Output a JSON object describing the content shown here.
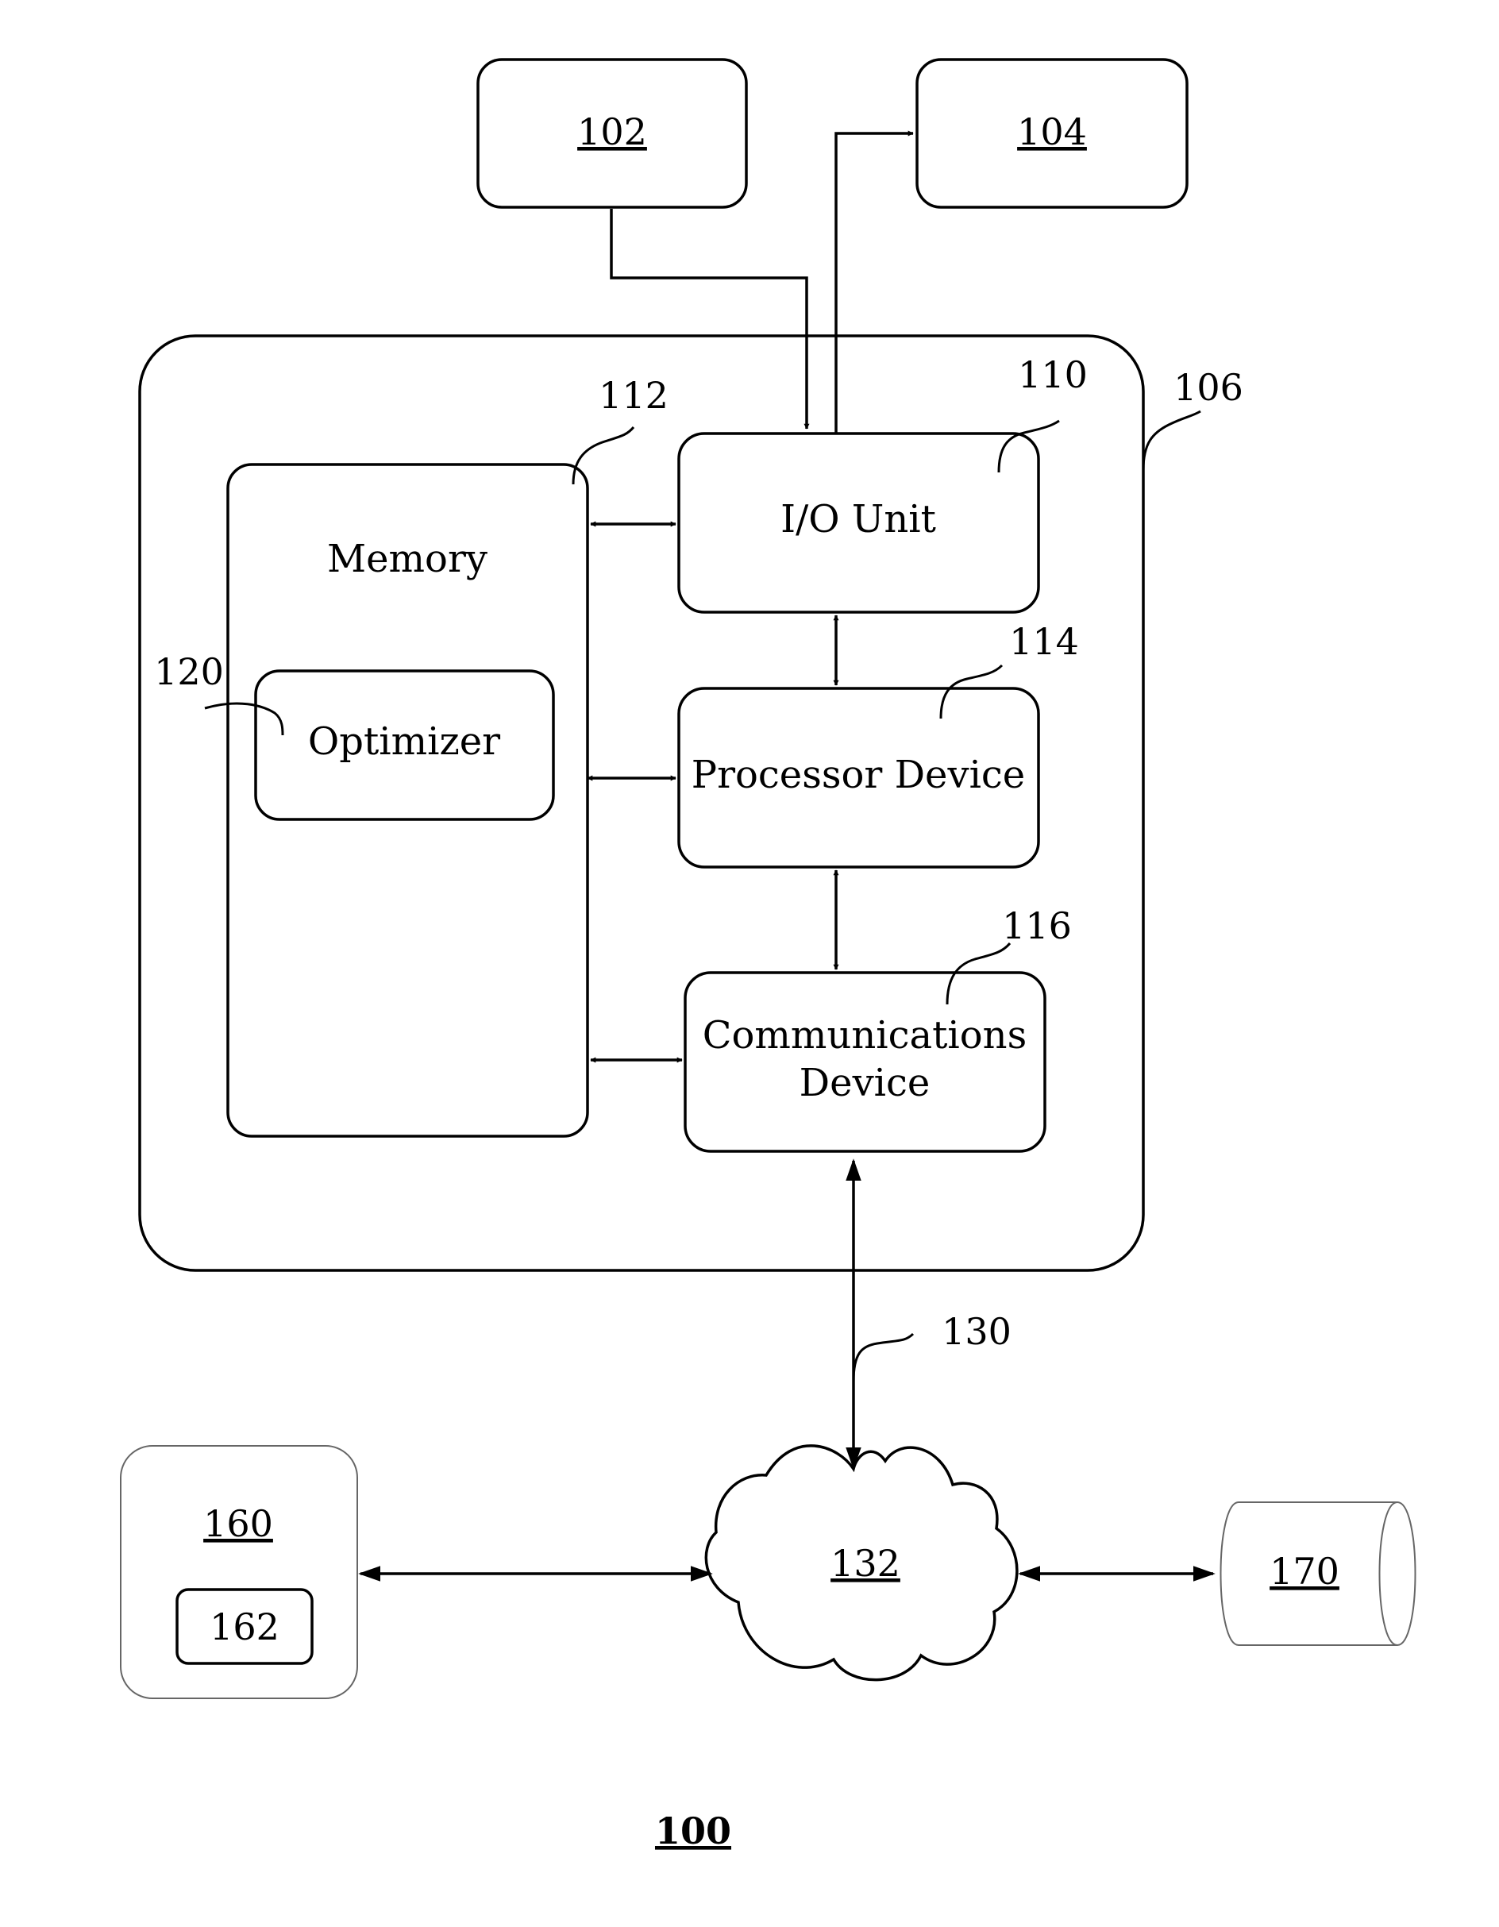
{
  "figure": {
    "number": "100"
  },
  "external": {
    "box_a": "102",
    "box_b": "104"
  },
  "system": {
    "ref": "106",
    "io_unit": {
      "label": "I/O Unit",
      "ref": "110"
    },
    "memory": {
      "label": "Memory",
      "ref": "112"
    },
    "processor": {
      "label": "Processor Device",
      "ref": "114"
    },
    "comms": {
      "label_line1": "Communications",
      "label_line2": "Device",
      "ref": "116"
    },
    "optimizer": {
      "label": "Optimizer",
      "ref": "120"
    }
  },
  "network": {
    "link_ref": "130",
    "cloud_ref": "132"
  },
  "client": {
    "ref": "160",
    "inner_ref": "162"
  },
  "database": {
    "ref": "170"
  }
}
